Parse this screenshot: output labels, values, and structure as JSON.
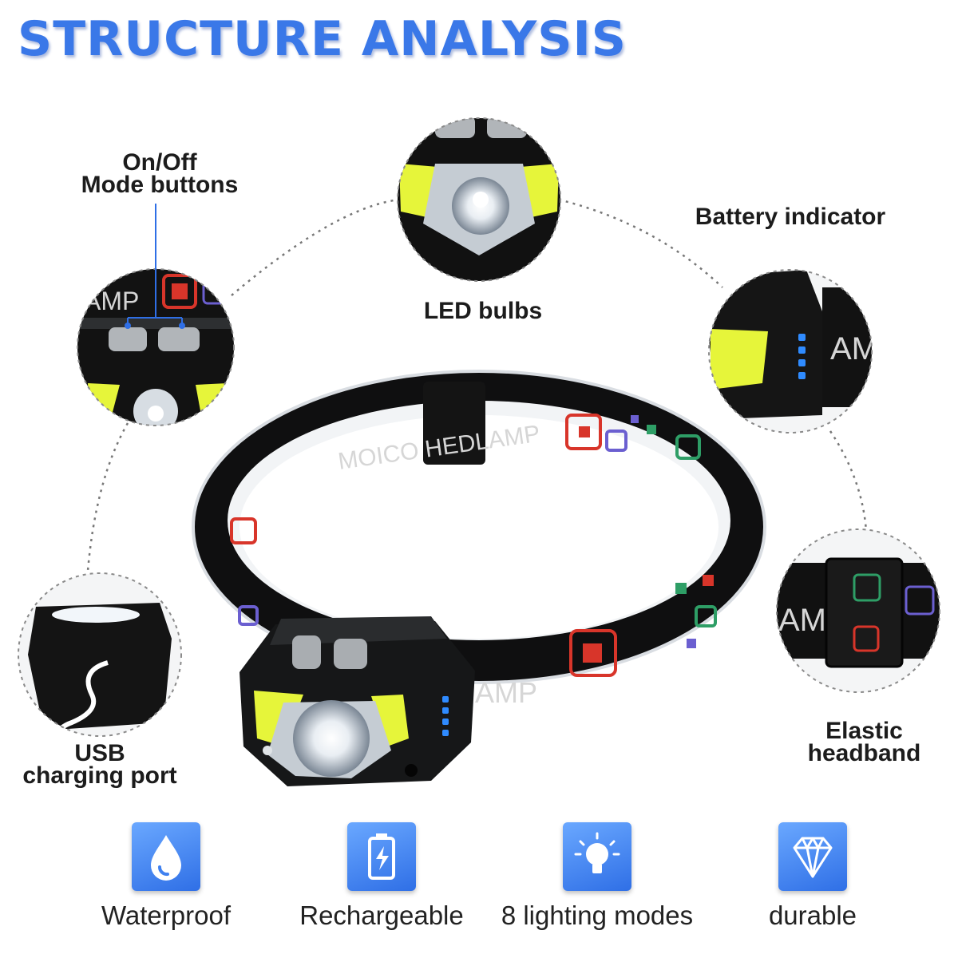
{
  "title": "STRUCTURE ANALYSIS",
  "callouts": {
    "buttons": {
      "line1": "On/Off",
      "line2": "Mode buttons"
    },
    "led": "LED bulbs",
    "battery": "Battery indicator",
    "usb": {
      "line1": "USB",
      "line2": "charging port"
    },
    "headband": {
      "line1": "Elastic",
      "line2": "headband"
    }
  },
  "strap_text": {
    "main": "MOICO HEDLAMP",
    "front": "AMP",
    "zoom_a": "AMP",
    "zoom_b": "AM",
    "zoom_c": "AM"
  },
  "features": [
    {
      "icon": "water-drop-icon",
      "label": "Waterproof"
    },
    {
      "icon": "battery-charge-icon",
      "label": "Rechargeable"
    },
    {
      "icon": "light-bulb-icon",
      "label": "8 lighting modes"
    },
    {
      "icon": "diamond-icon",
      "label": "durable"
    }
  ],
  "colors": {
    "accent": "#3a78e8",
    "icon_bg": "#3f80f0",
    "cob_led": "#e6f53a",
    "indicator": "#2f8bff"
  }
}
